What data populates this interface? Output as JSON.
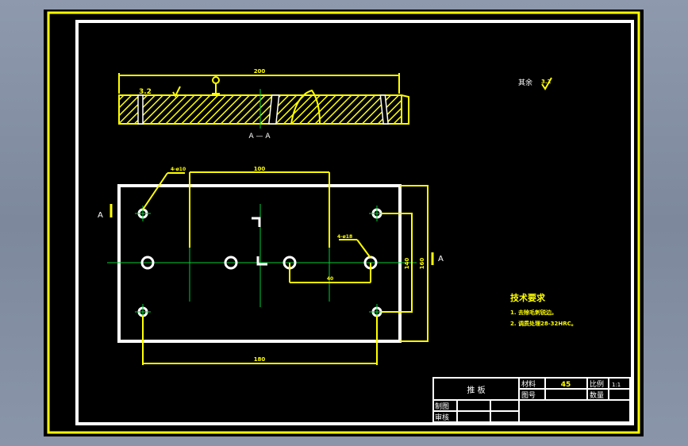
{
  "colors": {
    "background": "#000000",
    "frame": "#ffff00",
    "border": "#ffffff",
    "part": "#ffffff",
    "dimension": "#ffff00",
    "centerline": "#00cc33",
    "viewer_bg": "#8e99ad"
  },
  "section_view": {
    "top_dimension": "200",
    "section_label": "A — A"
  },
  "plan_view": {
    "top_dimension": "100",
    "hole_callout_left": "4-ø10",
    "hole_callout_right": "4-ø18",
    "mid_dimension": "40",
    "bottom_dimension": "180",
    "right_dimension_outer": "160",
    "right_dimension_inner": "140",
    "cut_marker_left": "A",
    "cut_marker_right": "A"
  },
  "surface_note": {
    "label": "其余",
    "roughness": "3.2"
  },
  "technical_requirements": {
    "title": "技术要求",
    "items": [
      "1. 去除毛刺锐边。",
      "2. 调质处理28-32HRC。"
    ]
  },
  "title_block": {
    "part_name": "推  板",
    "material_label": "材料",
    "material_value": "45",
    "scale_label": "比例",
    "scale_value": "1:1",
    "drawing_no_label": "图号",
    "quantity_label": "数量",
    "drafter_label": "制图",
    "checker_label": "审核"
  }
}
